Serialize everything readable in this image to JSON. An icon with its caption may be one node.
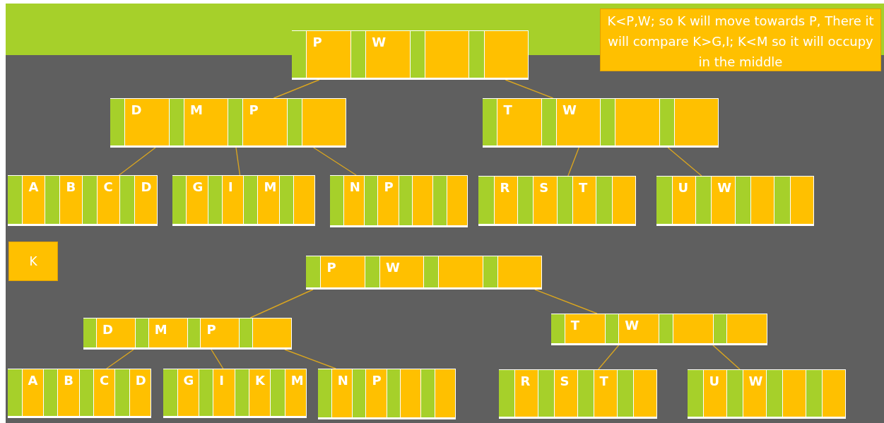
{
  "diagram": {
    "nodes": [
      {
        "text": [
          "K<P,W; so K will move towards P, There it will compare K>G,I; K<M so it will occupy in the middle"
        ]
      },
      {
        "text": [
          "P",
          "W"
        ]
      },
      {
        "text": [
          "D",
          "M",
          "P"
        ]
      },
      {
        "text": [
          "T",
          "W"
        ]
      },
      {
        "text": [
          "A",
          "B",
          "C",
          "D"
        ]
      },
      {
        "text": [
          "G",
          "I",
          "M"
        ]
      },
      {
        "text": [
          "N",
          "P"
        ]
      },
      {
        "text": [
          "R",
          "S",
          "T"
        ]
      },
      {
        "text": [
          "U",
          "W"
        ]
      },
      {
        "text": [
          "K"
        ]
      },
      {
        "text": [
          "P",
          "W"
        ]
      },
      {
        "text": [
          "D",
          "M",
          "P"
        ]
      },
      {
        "text": [
          "T",
          "W"
        ]
      },
      {
        "text": [
          "A",
          "B",
          "C",
          "D"
        ]
      },
      {
        "text": [
          "G",
          "I",
          "K",
          "M"
        ]
      },
      {
        "text": [
          "N",
          "P"
        ]
      },
      {
        "text": [
          "R",
          "S",
          "T"
        ]
      },
      {
        "text": [
          "U",
          "W"
        ]
      }
    ],
    "edges": [
      {
        "from": 1,
        "to": 2,
        "arrow": "none"
      },
      {
        "from": 1,
        "to": 3,
        "arrow": "none"
      },
      {
        "from": 2,
        "to": 4,
        "arrow": "none"
      },
      {
        "from": 2,
        "to": 5,
        "arrow": "none"
      },
      {
        "from": 2,
        "to": 6,
        "arrow": "none"
      },
      {
        "from": 3,
        "to": 7,
        "arrow": "none"
      },
      {
        "from": 3,
        "to": 8,
        "arrow": "none"
      },
      {
        "from": 10,
        "to": 11,
        "arrow": "none"
      },
      {
        "from": 10,
        "to": 12,
        "arrow": "none"
      },
      {
        "from": 11,
        "to": 13,
        "arrow": "none"
      },
      {
        "from": 11,
        "to": 14,
        "arrow": "none"
      },
      {
        "from": 11,
        "to": 15,
        "arrow": "none"
      },
      {
        "from": 12,
        "to": 16,
        "arrow": "none"
      },
      {
        "from": 12,
        "to": 17,
        "arrow": "none"
      }
    ]
  }
}
